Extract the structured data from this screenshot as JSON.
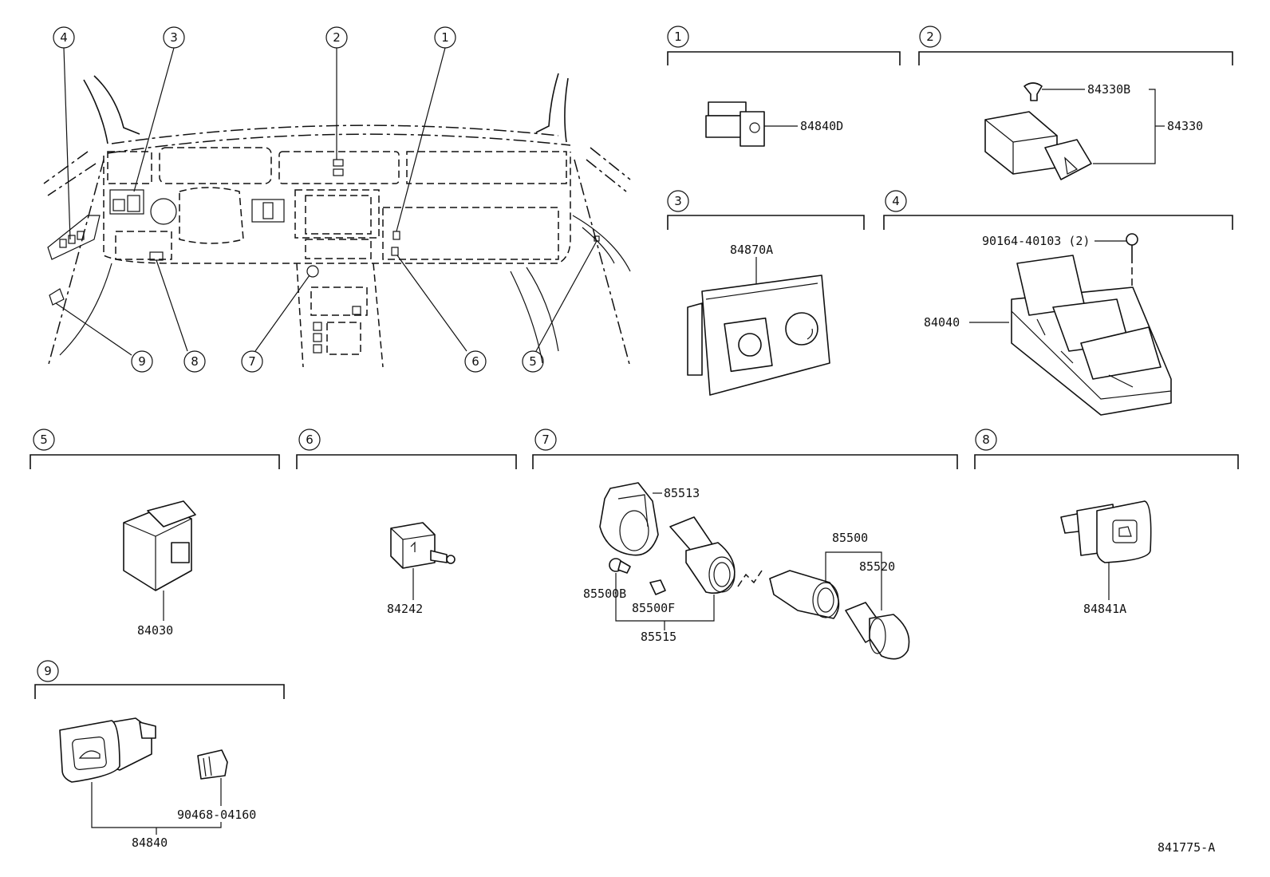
{
  "callouts": [
    "1",
    "2",
    "3",
    "4",
    "5",
    "6",
    "7",
    "8",
    "9"
  ],
  "parts": {
    "p84840D": "84840D",
    "p84330B": "84330B",
    "p84330": "84330",
    "p84870A": "84870A",
    "p90164": "90164-40103 (2)",
    "p84040": "84040",
    "p84030": "84030",
    "p84242": "84242",
    "p85513": "85513",
    "p85500": "85500",
    "p85520": "85520",
    "p85500B": "85500B",
    "p85500F": "85500F",
    "p85515": "85515",
    "p84841A": "84841A",
    "p90468": "90468-04160",
    "p84840": "84840"
  },
  "diagram_code": "841775-A"
}
